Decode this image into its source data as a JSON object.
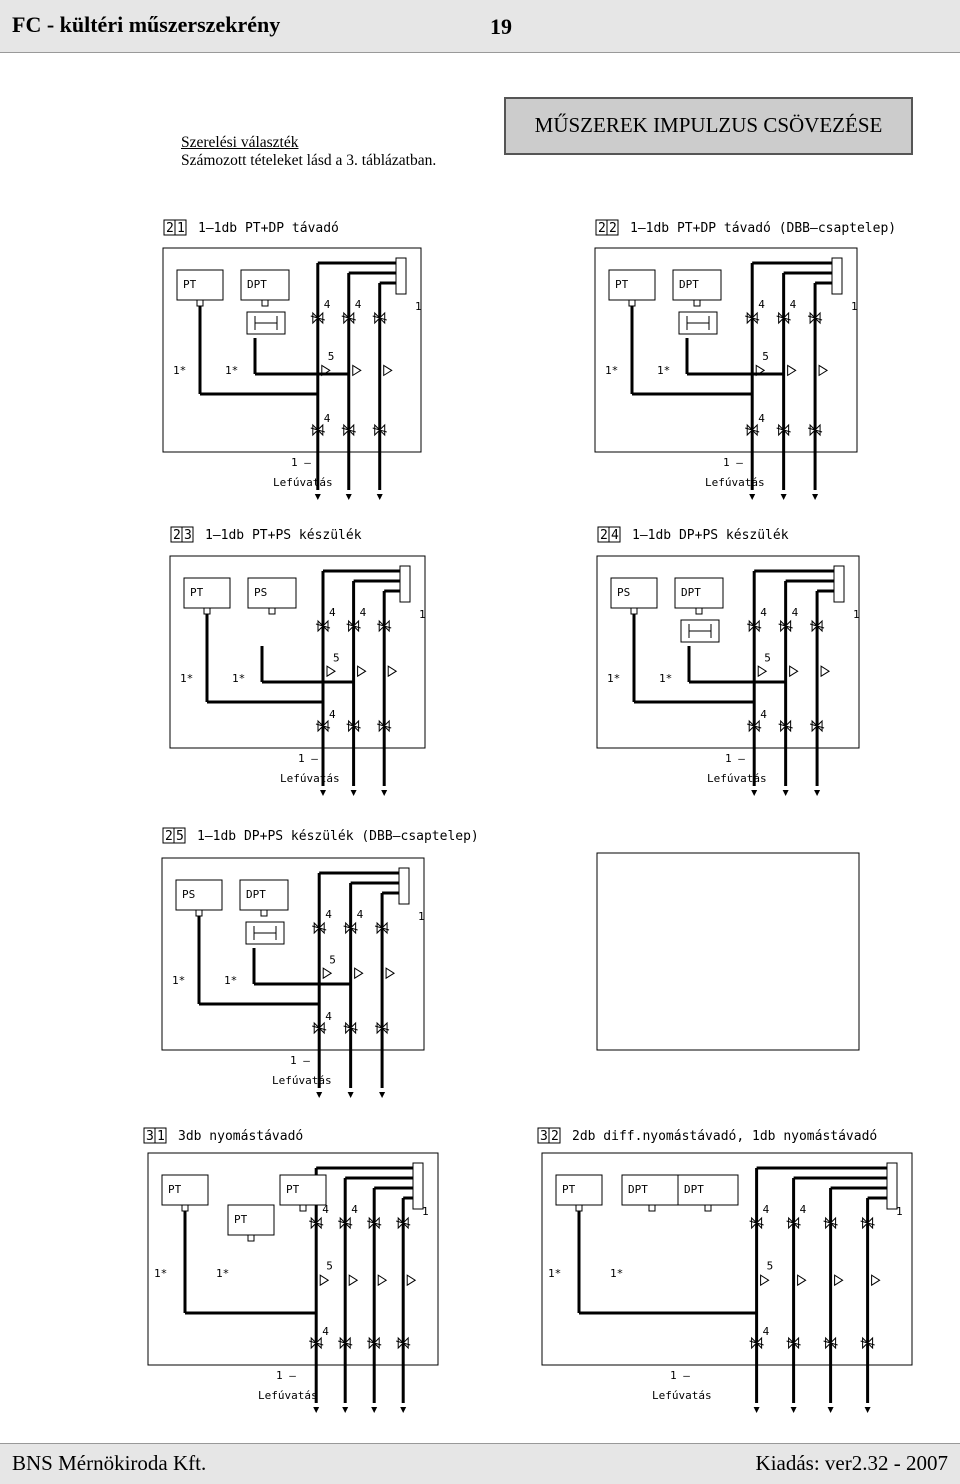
{
  "header": {
    "title": "FC - kültéri műszerszekrény",
    "page": "19"
  },
  "intro": {
    "line1": "Szerelési választék",
    "line2": "Számozott tételeket lásd a 3. táblázatban."
  },
  "main_title": "MŰSZEREK IMPULZUS CSÖVEZÉSE",
  "footer": {
    "left": "BNS Mérnökiroda Kft.",
    "right": "Kiadás: ver2.32 - 2007"
  },
  "blowdown": "Lefúvatás",
  "diagrams": [
    {
      "num": [
        "2",
        "1"
      ],
      "title": "1–1db PT+DP távadó"
    },
    {
      "num": [
        "2",
        "2"
      ],
      "title": "1–1db PT+DP távadó (DBB–csaptelep)"
    },
    {
      "num": [
        "2",
        "3"
      ],
      "title": "1–1db PT+PS készülék"
    },
    {
      "num": [
        "2",
        "4"
      ],
      "title": "1–1db DP+PS készülék"
    },
    {
      "num": [
        "2",
        "5"
      ],
      "title": "1–1db DP+PS készülék (DBB–csaptelep)"
    },
    {
      "num": [
        "3",
        "1"
      ],
      "title": "3db nyomástávadó"
    },
    {
      "num": [
        "3",
        "2"
      ],
      "title": "2db diff.nyomástávadó, 1db nyomástávadó"
    }
  ]
}
